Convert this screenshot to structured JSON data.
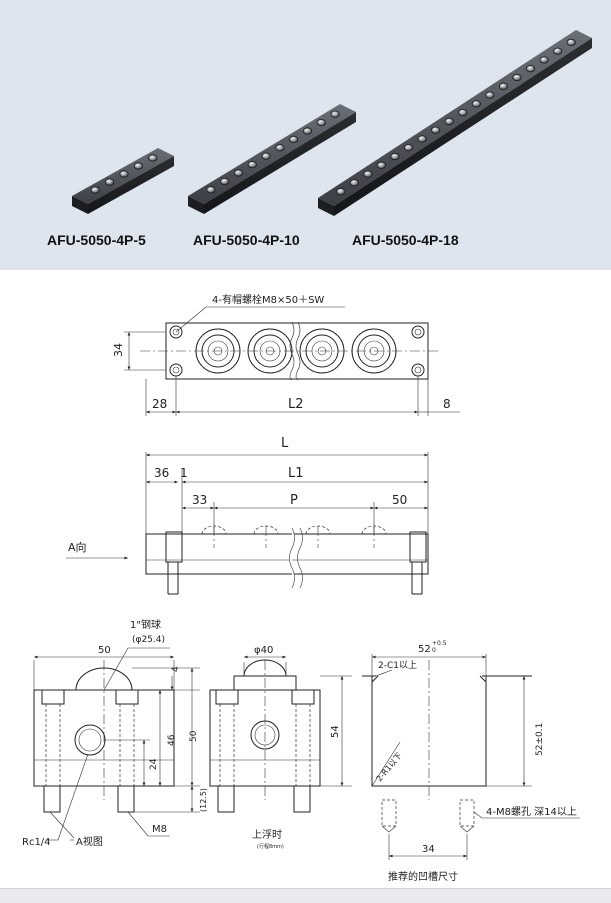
{
  "products": {
    "item1": "AFU-5050-4P-5",
    "item2": "AFU-5050-4P-10",
    "item3": "AFU-5050-4P-18"
  },
  "top_view": {
    "bolt_note": "4-有帽螺栓M8×50＋SW",
    "dim_height": "34",
    "dim_left": "28",
    "dim_pitch_total": "L2",
    "dim_right": "8"
  },
  "front_view": {
    "dim_total": "L",
    "dim_36": "36",
    "dim_1": "1",
    "dim_l1": "L1",
    "dim_33": "33",
    "dim_p": "P",
    "dim_50": "50",
    "view_arrow": "A向"
  },
  "section_a": {
    "ball_label": "1\"钢球",
    "ball_dia": "(φ25.4)",
    "width": "50",
    "dim_4": "4",
    "dim_46": "46",
    "dim_50v": "50",
    "dim_24": "24",
    "dim_125": "(12.5)",
    "port": "Rc1/4",
    "view_name": "A视图",
    "thread": "M8"
  },
  "section_float": {
    "dia": "φ40",
    "height": "54",
    "label": "上浮时",
    "sublabel": "(行程8mm)"
  },
  "groove": {
    "width_dim": "52",
    "width_tol": "+0.5",
    "width_tol2": "0",
    "chamfer": "2-C1以上",
    "radius": "2-R1以下",
    "height_dim": "52±0.1",
    "hole_note": "4-M8螺孔 深14以上",
    "pitch": "34",
    "title": "推荐的凹槽尺寸"
  }
}
